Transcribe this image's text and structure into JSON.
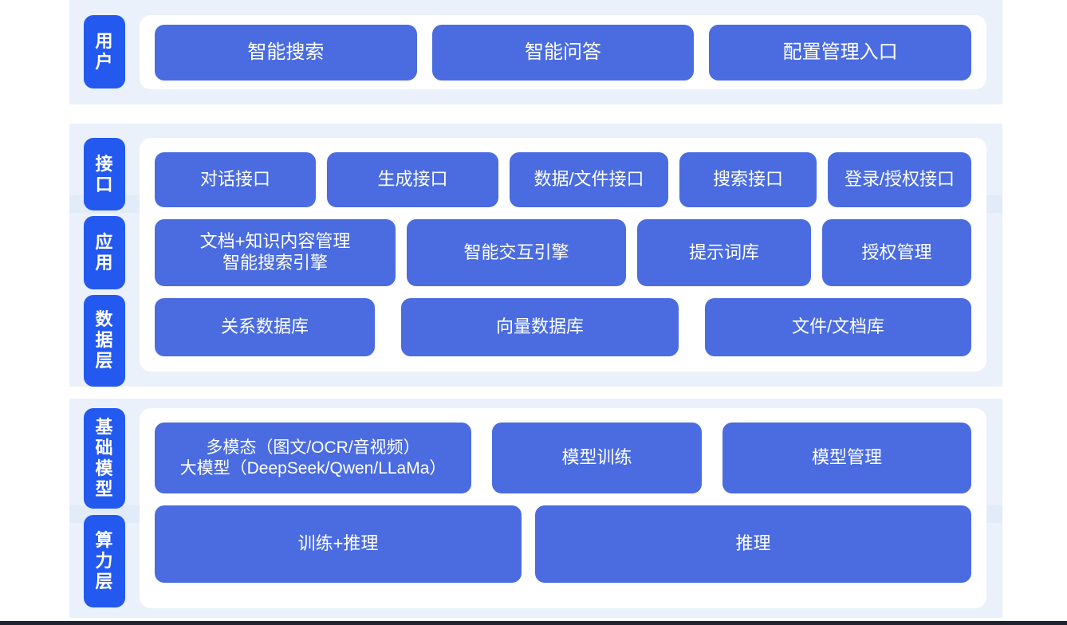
{
  "theme": {
    "band_bg": "#eaf1fa",
    "tab_blue": "#2459f0",
    "box_blue": "#4a6ce0",
    "card_bg": "#ffffff",
    "text_on_blue": "#ffffff"
  },
  "sections": [
    {
      "id": "user",
      "tabs": [
        "用户"
      ],
      "rows": [
        {
          "id": "user-row",
          "boxes": [
            "智能搜索",
            "智能问答",
            "配置管理入口"
          ]
        }
      ]
    },
    {
      "id": "middle",
      "tabs": [
        "接口",
        "应用",
        "数据层"
      ],
      "rows": [
        {
          "id": "interface-row",
          "boxes": [
            "对话接口",
            "生成接口",
            "数据/文件接口",
            "搜索接口",
            "登录/授权接口"
          ]
        },
        {
          "id": "application-row",
          "boxes": [
            "文档+知识内容管理\n智能搜索引擎",
            "智能交互引擎",
            "提示词库",
            "授权管理"
          ]
        },
        {
          "id": "data-row",
          "boxes": [
            "关系数据库",
            "向量数据库",
            "文件/文档库"
          ]
        }
      ]
    },
    {
      "id": "bottom",
      "tabs": [
        "基础模型",
        "算力层"
      ],
      "rows": [
        {
          "id": "foundation-model-row",
          "boxes": [
            "多模态（图文/OCR/音视频）\n大模型（DeepSeek/Qwen/LLaMa）",
            "模型训练",
            "模型管理"
          ]
        },
        {
          "id": "compute-row",
          "boxes": [
            "训练+推理",
            "推理"
          ]
        }
      ]
    }
  ]
}
